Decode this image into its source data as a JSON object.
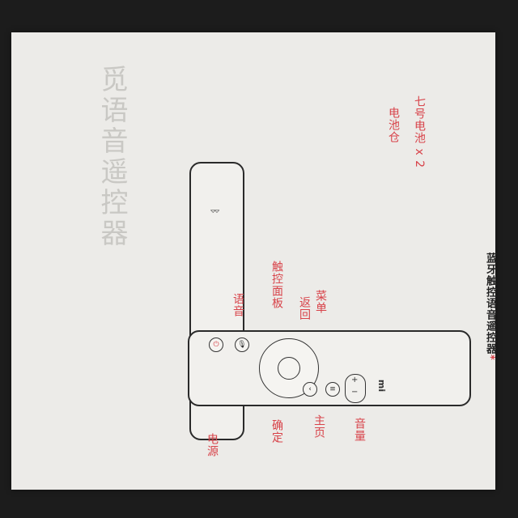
{
  "document": {
    "faded_heading": "觅语音遥控器",
    "caption": "蓝牙触控语音遥控器",
    "caption_mark": "*"
  },
  "labels": {
    "power": "电源",
    "voice": "语音",
    "confirm": "确定",
    "touchpad": "触控面板",
    "back": "返回",
    "menu": "菜单",
    "home": "主页",
    "volume": "音量",
    "battery_compartment": "电池仓",
    "battery_spec": "七号电池 x 2"
  },
  "remote_front": {
    "logo": "mi",
    "volume_plus": "+",
    "volume_minus": "−"
  },
  "remote_back": {
    "bluetooth_symbol": "ᛒ"
  },
  "colors": {
    "accent": "#d8434a",
    "paper": "#ecebe8",
    "outline": "#2a2a2a"
  }
}
